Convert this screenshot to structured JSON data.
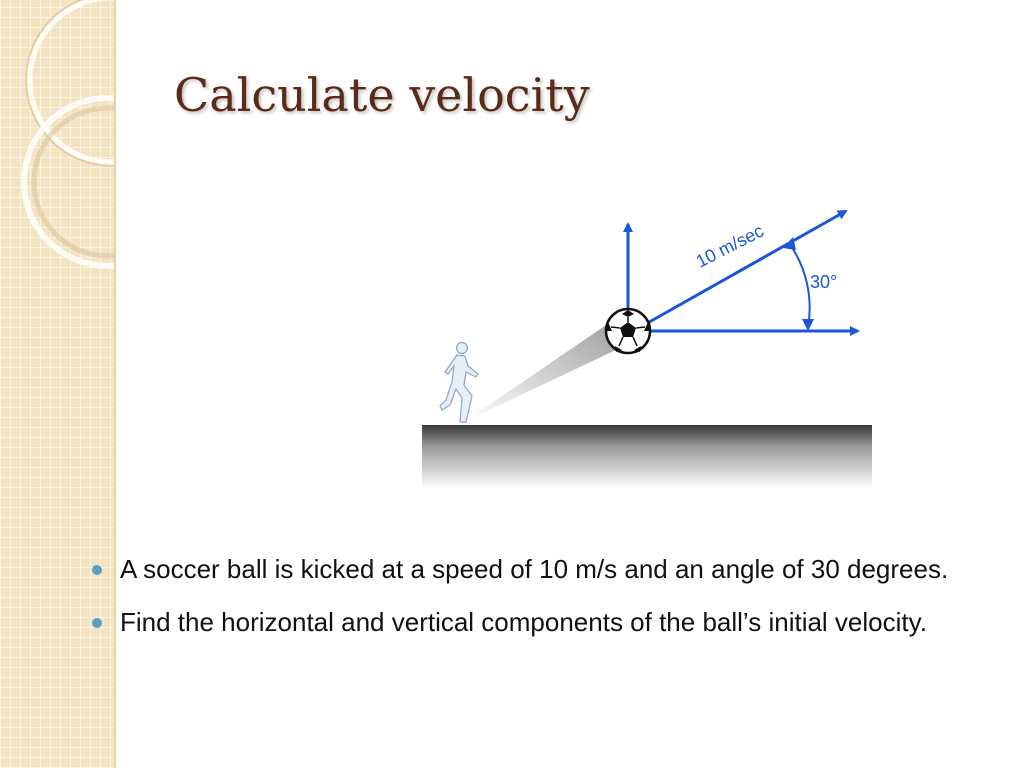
{
  "slide": {
    "title": "Calculate velocity",
    "bullets": [
      {
        "text": "A soccer ball is kicked at a speed of 10 m/s and an angle of 30 degrees."
      },
      {
        "text": "Find the horizontal and vertical components of the ball’s initial velocity."
      }
    ]
  },
  "diagram": {
    "velocity_label": "10 m/sec",
    "angle_label": "30°",
    "arrow_color": "#1a56d6",
    "icons": [
      "running-person-icon",
      "soccer-ball-icon"
    ]
  },
  "theme": {
    "title_color": "#5b2b17",
    "sidebar_color": "#f3e3c1",
    "bullet_color": "#5aa0c3"
  }
}
